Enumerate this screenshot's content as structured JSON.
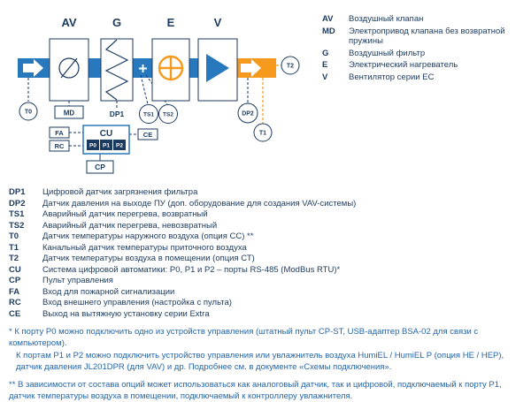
{
  "diagram": {
    "component_labels": {
      "av": "AV",
      "g": "G",
      "e": "E",
      "v": "V"
    },
    "nodes": {
      "t0": "T0",
      "md": "MD",
      "dp1": "DP1",
      "ts1": "TS1",
      "ts2": "TS2",
      "dp2": "DP2",
      "t1": "T1",
      "t2": "T2",
      "fa": "FA",
      "rc": "RC",
      "cu": "CU",
      "ce": "CE",
      "cp": "CP",
      "p0": "P0",
      "p1": "P1",
      "p2": "P2"
    },
    "colors": {
      "duct_blue": "#2878be",
      "duct_orange": "#f59a1d",
      "navy_text": "#1b3a5f",
      "footnote_blue": "#2465a8"
    }
  },
  "legend": [
    {
      "key": "AV",
      "desc": "Воздушный клапан"
    },
    {
      "key": "MD",
      "desc": "Электропривод клапана без возвратной пружины"
    },
    {
      "key": "G",
      "desc": "Воздушный фильтр"
    },
    {
      "key": "E",
      "desc": "Электрический нагреватель"
    },
    {
      "key": "V",
      "desc": "Вентилятор серии ЕС"
    }
  ],
  "definitions": [
    {
      "key": "DP1",
      "desc": "Цифровой датчик загрязнения фильтра"
    },
    {
      "key": "DP2",
      "desc": "Датчик давления на выходе ПУ (доп. оборудование для создания VAV-системы)"
    },
    {
      "key": "TS1",
      "desc": "Аварийный датчик перегрева, возвратный"
    },
    {
      "key": "TS2",
      "desc": "Аварийный датчик перегрева, невозвратный"
    },
    {
      "key": "T0",
      "desc": "Датчик температуры наружного воздуха (опция СС) **"
    },
    {
      "key": "T1",
      "desc": "Канальный датчик температуры приточного воздуха"
    },
    {
      "key": "T2",
      "desc": "Датчик температуры воздуха в помещении (опция СТ)"
    },
    {
      "key": "CU",
      "desc": "Система цифровой автоматики: P0, P1 и P2 – порты RS-485 (ModBus RTU)*"
    },
    {
      "key": "CP",
      "desc": "Пульт управления"
    },
    {
      "key": "FA",
      "desc": "Вход для пожарной сигнализации"
    },
    {
      "key": "RC",
      "desc": "Вход внешнего управления (настройка с пульта)"
    },
    {
      "key": "CE",
      "desc": "Выход на вытяжную установку серии Extra"
    }
  ],
  "footnotes": [
    "* К порту P0 можно подключить одно из устройств управления (штатный пульт CP-ST, USB-адаптер BSA-02 для связи с компьютером).",
    "К портам P1 и P2 можно подключить устройство управления или увлажнитель воздуха HumiEL  /  HumiEL P (опция HE / HEP), датчик давления JL201DPR (для VAV) и др. Подробнее см. в документе «Схемы подключения».",
    "** В зависимости от состава опций может использоваться как аналоговый датчик, так и цифровой, подключаемый к порту P1, датчик температуры воздуха в помещении, подключаемый к контроллеру увлажнителя."
  ]
}
